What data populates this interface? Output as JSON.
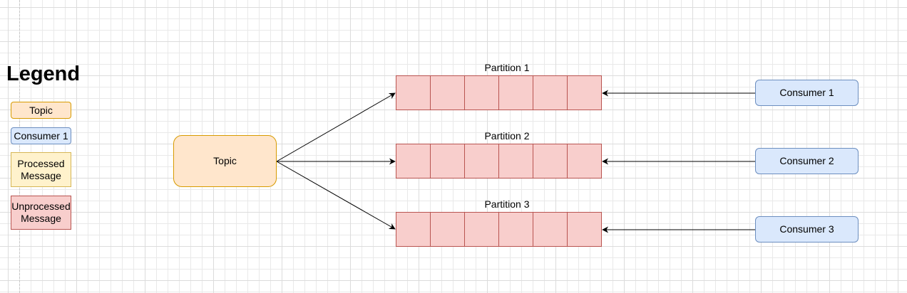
{
  "legend": {
    "title": "Legend",
    "items": [
      {
        "label": "Topic",
        "kind": "topic"
      },
      {
        "label": "Consumer 1",
        "kind": "consumer"
      },
      {
        "label": "Processed\nMessage",
        "kind": "processed"
      },
      {
        "label": "Unprocessed\nMessage",
        "kind": "unprocessed"
      }
    ]
  },
  "topic": {
    "label": "Topic"
  },
  "partitions": [
    {
      "label": "Partition 1",
      "message_count": 6
    },
    {
      "label": "Partition 2",
      "message_count": 6
    },
    {
      "label": "Partition 3",
      "message_count": 6
    }
  ],
  "consumers": [
    {
      "label": "Consumer 1"
    },
    {
      "label": "Consumer 2"
    },
    {
      "label": "Consumer 3"
    }
  ],
  "colors": {
    "topic_fill": "#ffe6cc",
    "topic_stroke": "#d79b00",
    "consumer_fill": "#dae8fc",
    "consumer_stroke": "#6c8ebf",
    "processed_fill": "#fff2cc",
    "processed_stroke": "#d6b656",
    "unprocessed_fill": "#f8cecc",
    "unprocessed_stroke": "#b85450"
  }
}
